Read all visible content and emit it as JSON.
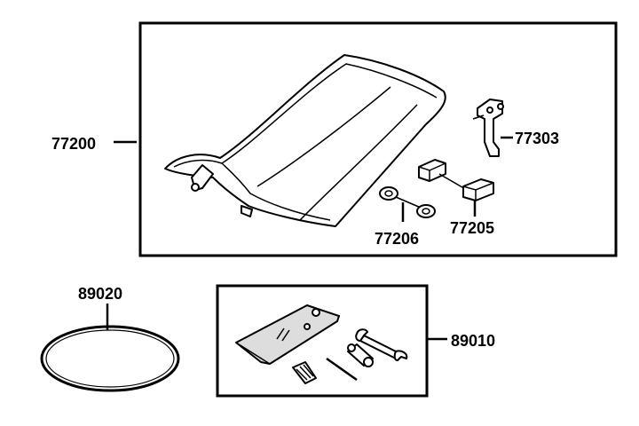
{
  "colors": {
    "line": "#000000",
    "background": "#ffffff",
    "tool_bag_fill": "#dddddd"
  },
  "parts": {
    "seat": {
      "number": "77200"
    },
    "seat_lock": {
      "number": "77303"
    },
    "cushion_bracket": {
      "number": "77205"
    },
    "cushion_rubber": {
      "number": "77206"
    },
    "tool_band": {
      "number": "89020"
    },
    "tool_kit": {
      "number": "89010"
    }
  }
}
